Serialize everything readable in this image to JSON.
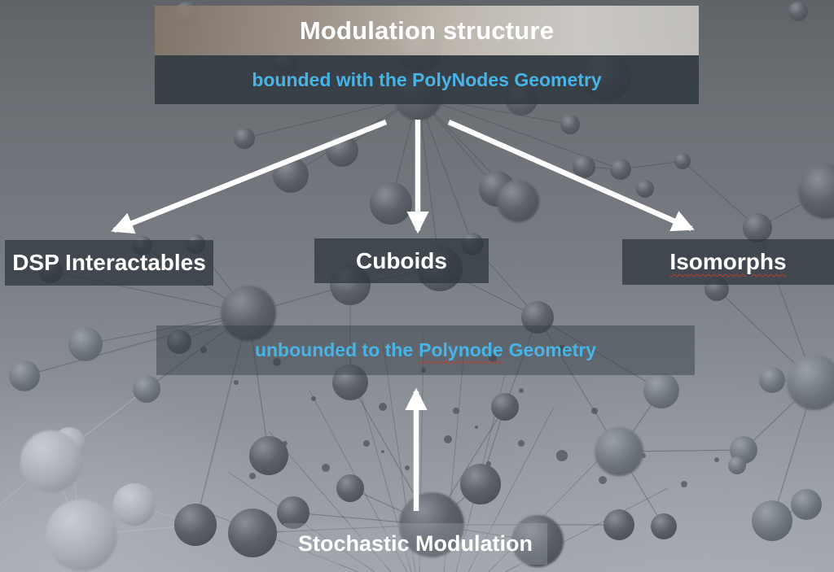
{
  "header": {
    "title": "Modulation structure",
    "subtitle": "bounded with the PolyNodes Geometry"
  },
  "branches": {
    "left": "DSP Interactables",
    "center": "Cuboids",
    "right": "Isomorphs"
  },
  "unbounded": {
    "prefix": "unbounded to the",
    "highlighted_word": "Polynode",
    "suffix": "Geometry"
  },
  "footer": {
    "label": "Stochastic Modulation"
  },
  "colors": {
    "accent_cyan": "#47b4e7",
    "arrow_white": "#ffffff",
    "spellcheck_red": "#bf3a2c",
    "header_gradient_left": "#857669",
    "header_gradient_right": "#d8d5d0",
    "panel_dark": "#2d353d",
    "background_gray": "#7c8087"
  }
}
